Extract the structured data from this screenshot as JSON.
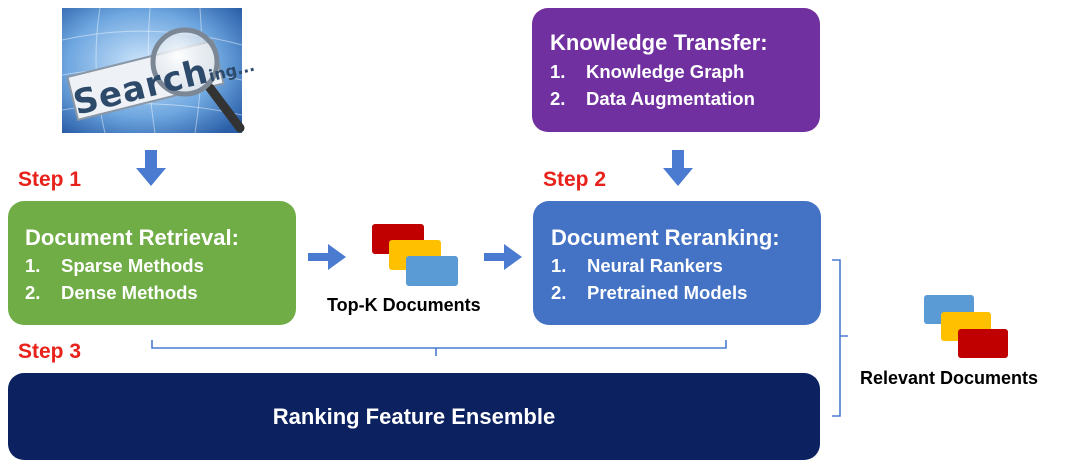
{
  "search_image": {
    "text": "Search",
    "suffix": "ing..."
  },
  "knowledge_box": {
    "title": "Knowledge Transfer:",
    "items": [
      {
        "num": "1.",
        "label": "Knowledge Graph"
      },
      {
        "num": "2.",
        "label": "Data Augmentation"
      }
    ]
  },
  "steps": {
    "step1": "Step 1",
    "step2": "Step 2",
    "step3": "Step 3"
  },
  "retrieval_box": {
    "title": "Document Retrieval:",
    "items": [
      {
        "num": "1.",
        "label": "Sparse Methods"
      },
      {
        "num": "2.",
        "label": "Dense Methods"
      }
    ]
  },
  "reranking_box": {
    "title": "Document Reranking:",
    "items": [
      {
        "num": "1.",
        "label": "Neural Rankers"
      },
      {
        "num": "2.",
        "label": "Pretrained Models"
      }
    ]
  },
  "topk_label": "Top-K Documents",
  "relevant_label": "Relevant Documents",
  "ensemble_box": {
    "title": "Ranking Feature Ensemble"
  },
  "colors": {
    "green": "#70ad47",
    "blue": "#4472c4",
    "purple": "#7030a0",
    "navy": "#0b2160",
    "arrow": "#4a7bd0",
    "step_red": "#e8221b",
    "doc_red": "#c00000",
    "doc_yellow": "#ffc000",
    "doc_lightblue": "#5b9bd5"
  }
}
